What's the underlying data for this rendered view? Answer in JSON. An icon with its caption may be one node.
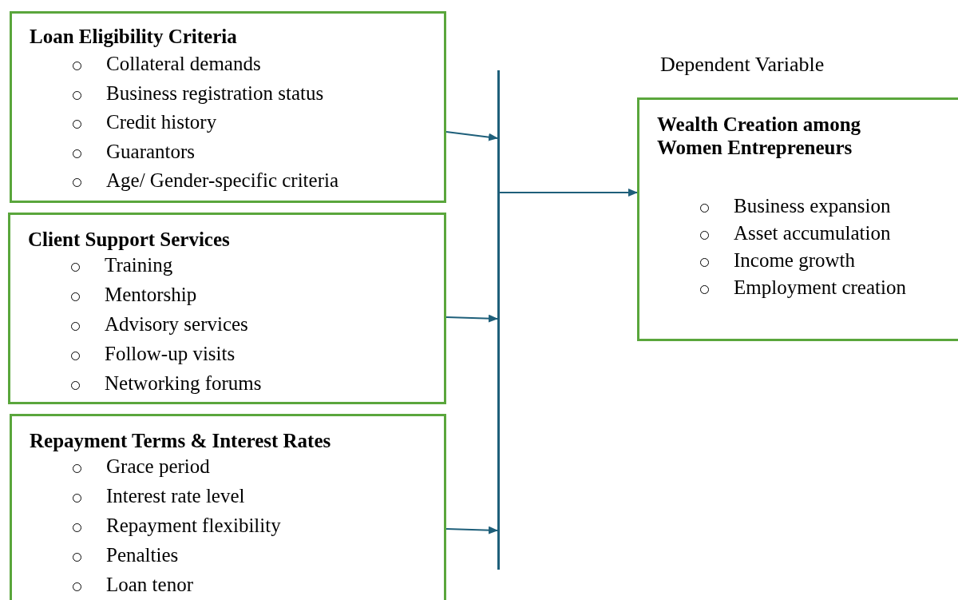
{
  "diagram": {
    "nodes": [
      {
        "text": [
          "Loan Eligibility Criteria",
          "Collateral demands",
          "Business registration status",
          "Credit history",
          "Guarantors",
          "Age/ Gender-specific criteria"
        ]
      },
      {
        "text": [
          "Client Support Services",
          "Training",
          "Mentorship",
          "Advisory services",
          "Follow-up visits",
          "Networking forums"
        ]
      },
      {
        "text": [
          "Repayment Terms & Interest Rates",
          "Grace period",
          "Interest rate level",
          "Repayment flexibility",
          "Penalties",
          "Loan tenor"
        ]
      },
      {
        "text": [],
        "shape": "bar"
      },
      {
        "text": [
          "Wealth Creation among Women Entrepreneurs",
          "Business expansion",
          "Asset accumulation",
          "Income growth",
          "Employment creation"
        ]
      }
    ],
    "edges": [
      {
        "from": 0,
        "to": 3,
        "arrow": "to"
      },
      {
        "from": 1,
        "to": 3,
        "arrow": "to"
      },
      {
        "from": 2,
        "to": 3,
        "arrow": "to"
      },
      {
        "from": 3,
        "to": 4,
        "arrow": "to"
      }
    ],
    "labels": [
      "Dependent Variable"
    ]
  }
}
